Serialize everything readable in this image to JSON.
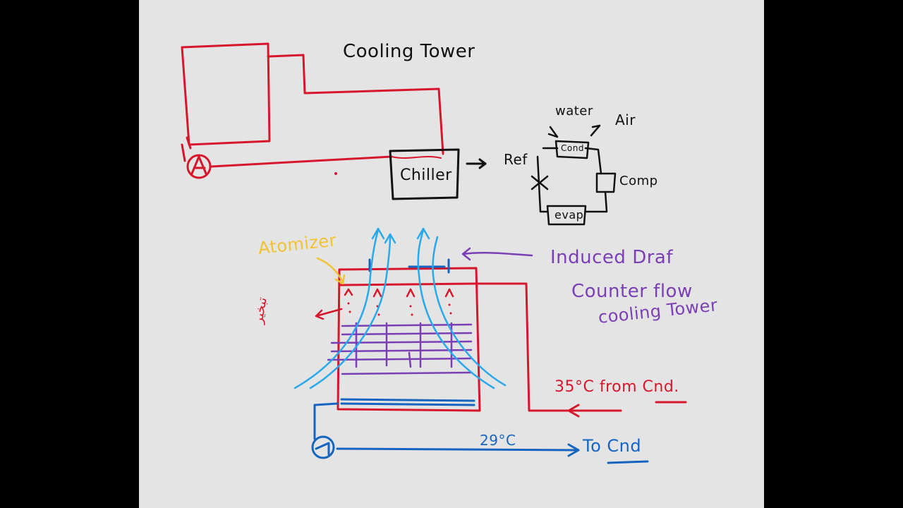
{
  "colors": {
    "board": "#e4e4e4",
    "frame": "#000000",
    "ink_black": "#111111",
    "ink_red": "#d6172b",
    "ink_blue": "#1565c0",
    "ink_lightblue": "#29a9ec",
    "ink_purple": "#7b3fb5",
    "ink_yellow": "#f2c230"
  },
  "labels": {
    "cooling_tower_title": "Cooling Tower",
    "chiller": "Chiller",
    "ref": "Ref",
    "water": "water",
    "air": "Air",
    "cond": "Cond",
    "comp": "Comp",
    "evap": "evap",
    "atomizer": "Atomizer",
    "arabic_note": "تبخير",
    "induced_draft_line1": "Induced Draf",
    "induced_draft_line2": "Counter flow",
    "induced_draft_line3": "cooling Tower",
    "inlet_temp": "35°C from Cnd.",
    "outlet_temp": "29°C",
    "to_cond": "To Cnd"
  },
  "icons": [
    "pump-icon",
    "pump-icon",
    "expansion-valve-icon",
    "arrow-icon"
  ]
}
